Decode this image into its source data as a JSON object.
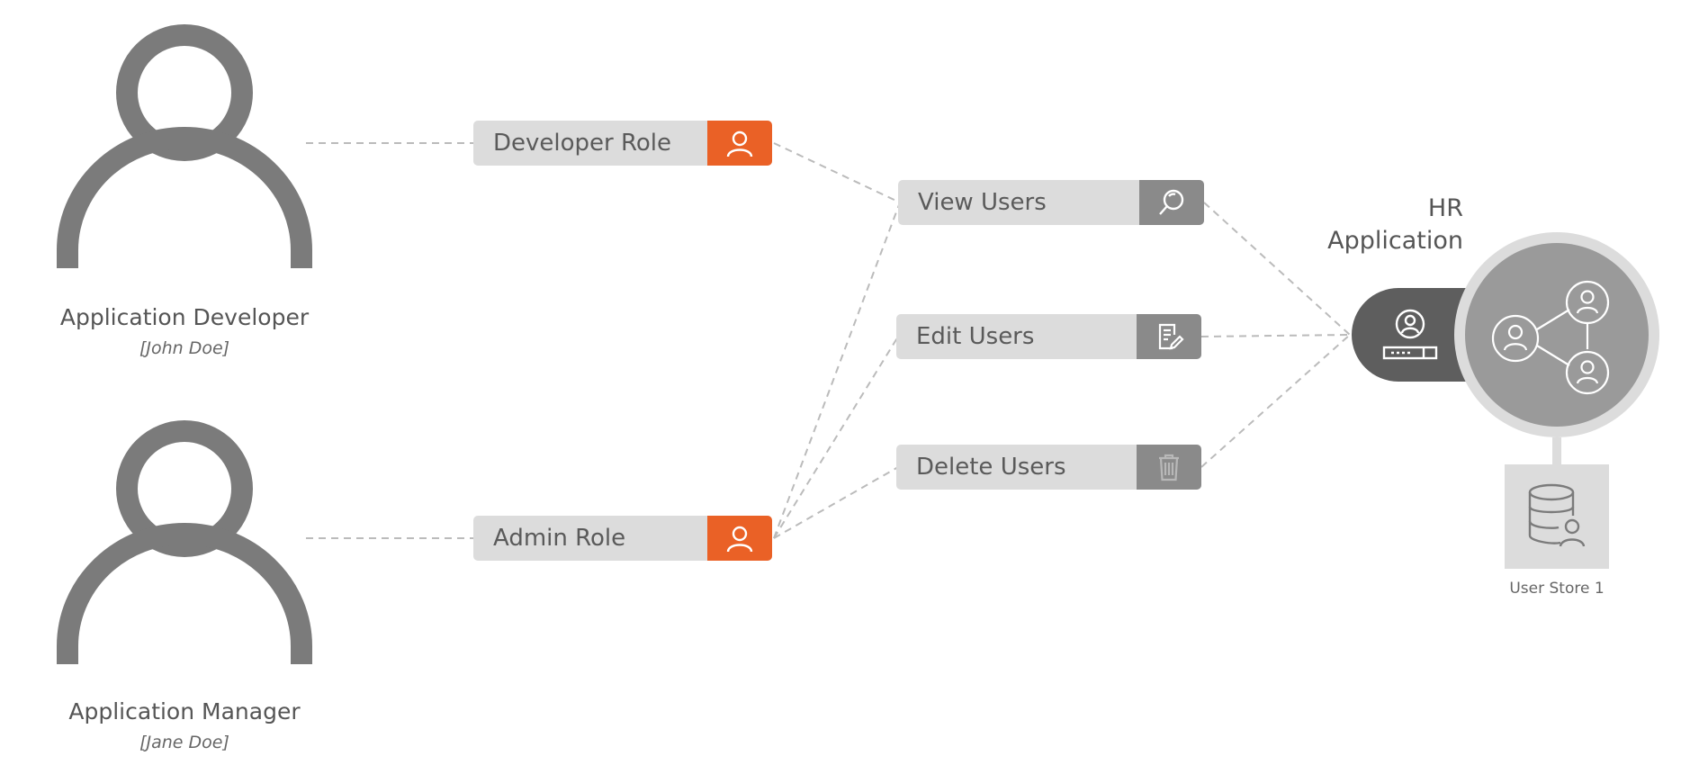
{
  "actors": {
    "developer": {
      "name": "Application Developer",
      "person": "[John Doe]"
    },
    "manager": {
      "name": "Application Manager",
      "person": "[Jane Doe]"
    }
  },
  "roles": {
    "developer": {
      "label": "Developer Role",
      "icon": "user-icon"
    },
    "admin": {
      "label": "Admin Role",
      "icon": "user-icon"
    }
  },
  "permissions": {
    "view": {
      "label": "View Users",
      "icon": "search-icon"
    },
    "edit": {
      "label": "Edit Users",
      "icon": "edit-document-icon"
    },
    "delete": {
      "label": "Delete Users",
      "icon": "trash-icon"
    }
  },
  "application": {
    "title_line1": "HR",
    "title_line2": "Application",
    "gateway_icon": "user-login-icon",
    "network_icon": "user-network-icon"
  },
  "user_store": {
    "label": "User Store 1",
    "icon": "database-user-icon"
  },
  "colors": {
    "role_accent": "#ea6126",
    "permission_badge": "#8a8a8a",
    "pill_background": "#dcdcdc",
    "actor_gray": "#7b7b7b",
    "connector": "#bbbbbb",
    "gateway_dark": "#5e5e5e",
    "app_circle": "#9a9a9a"
  }
}
